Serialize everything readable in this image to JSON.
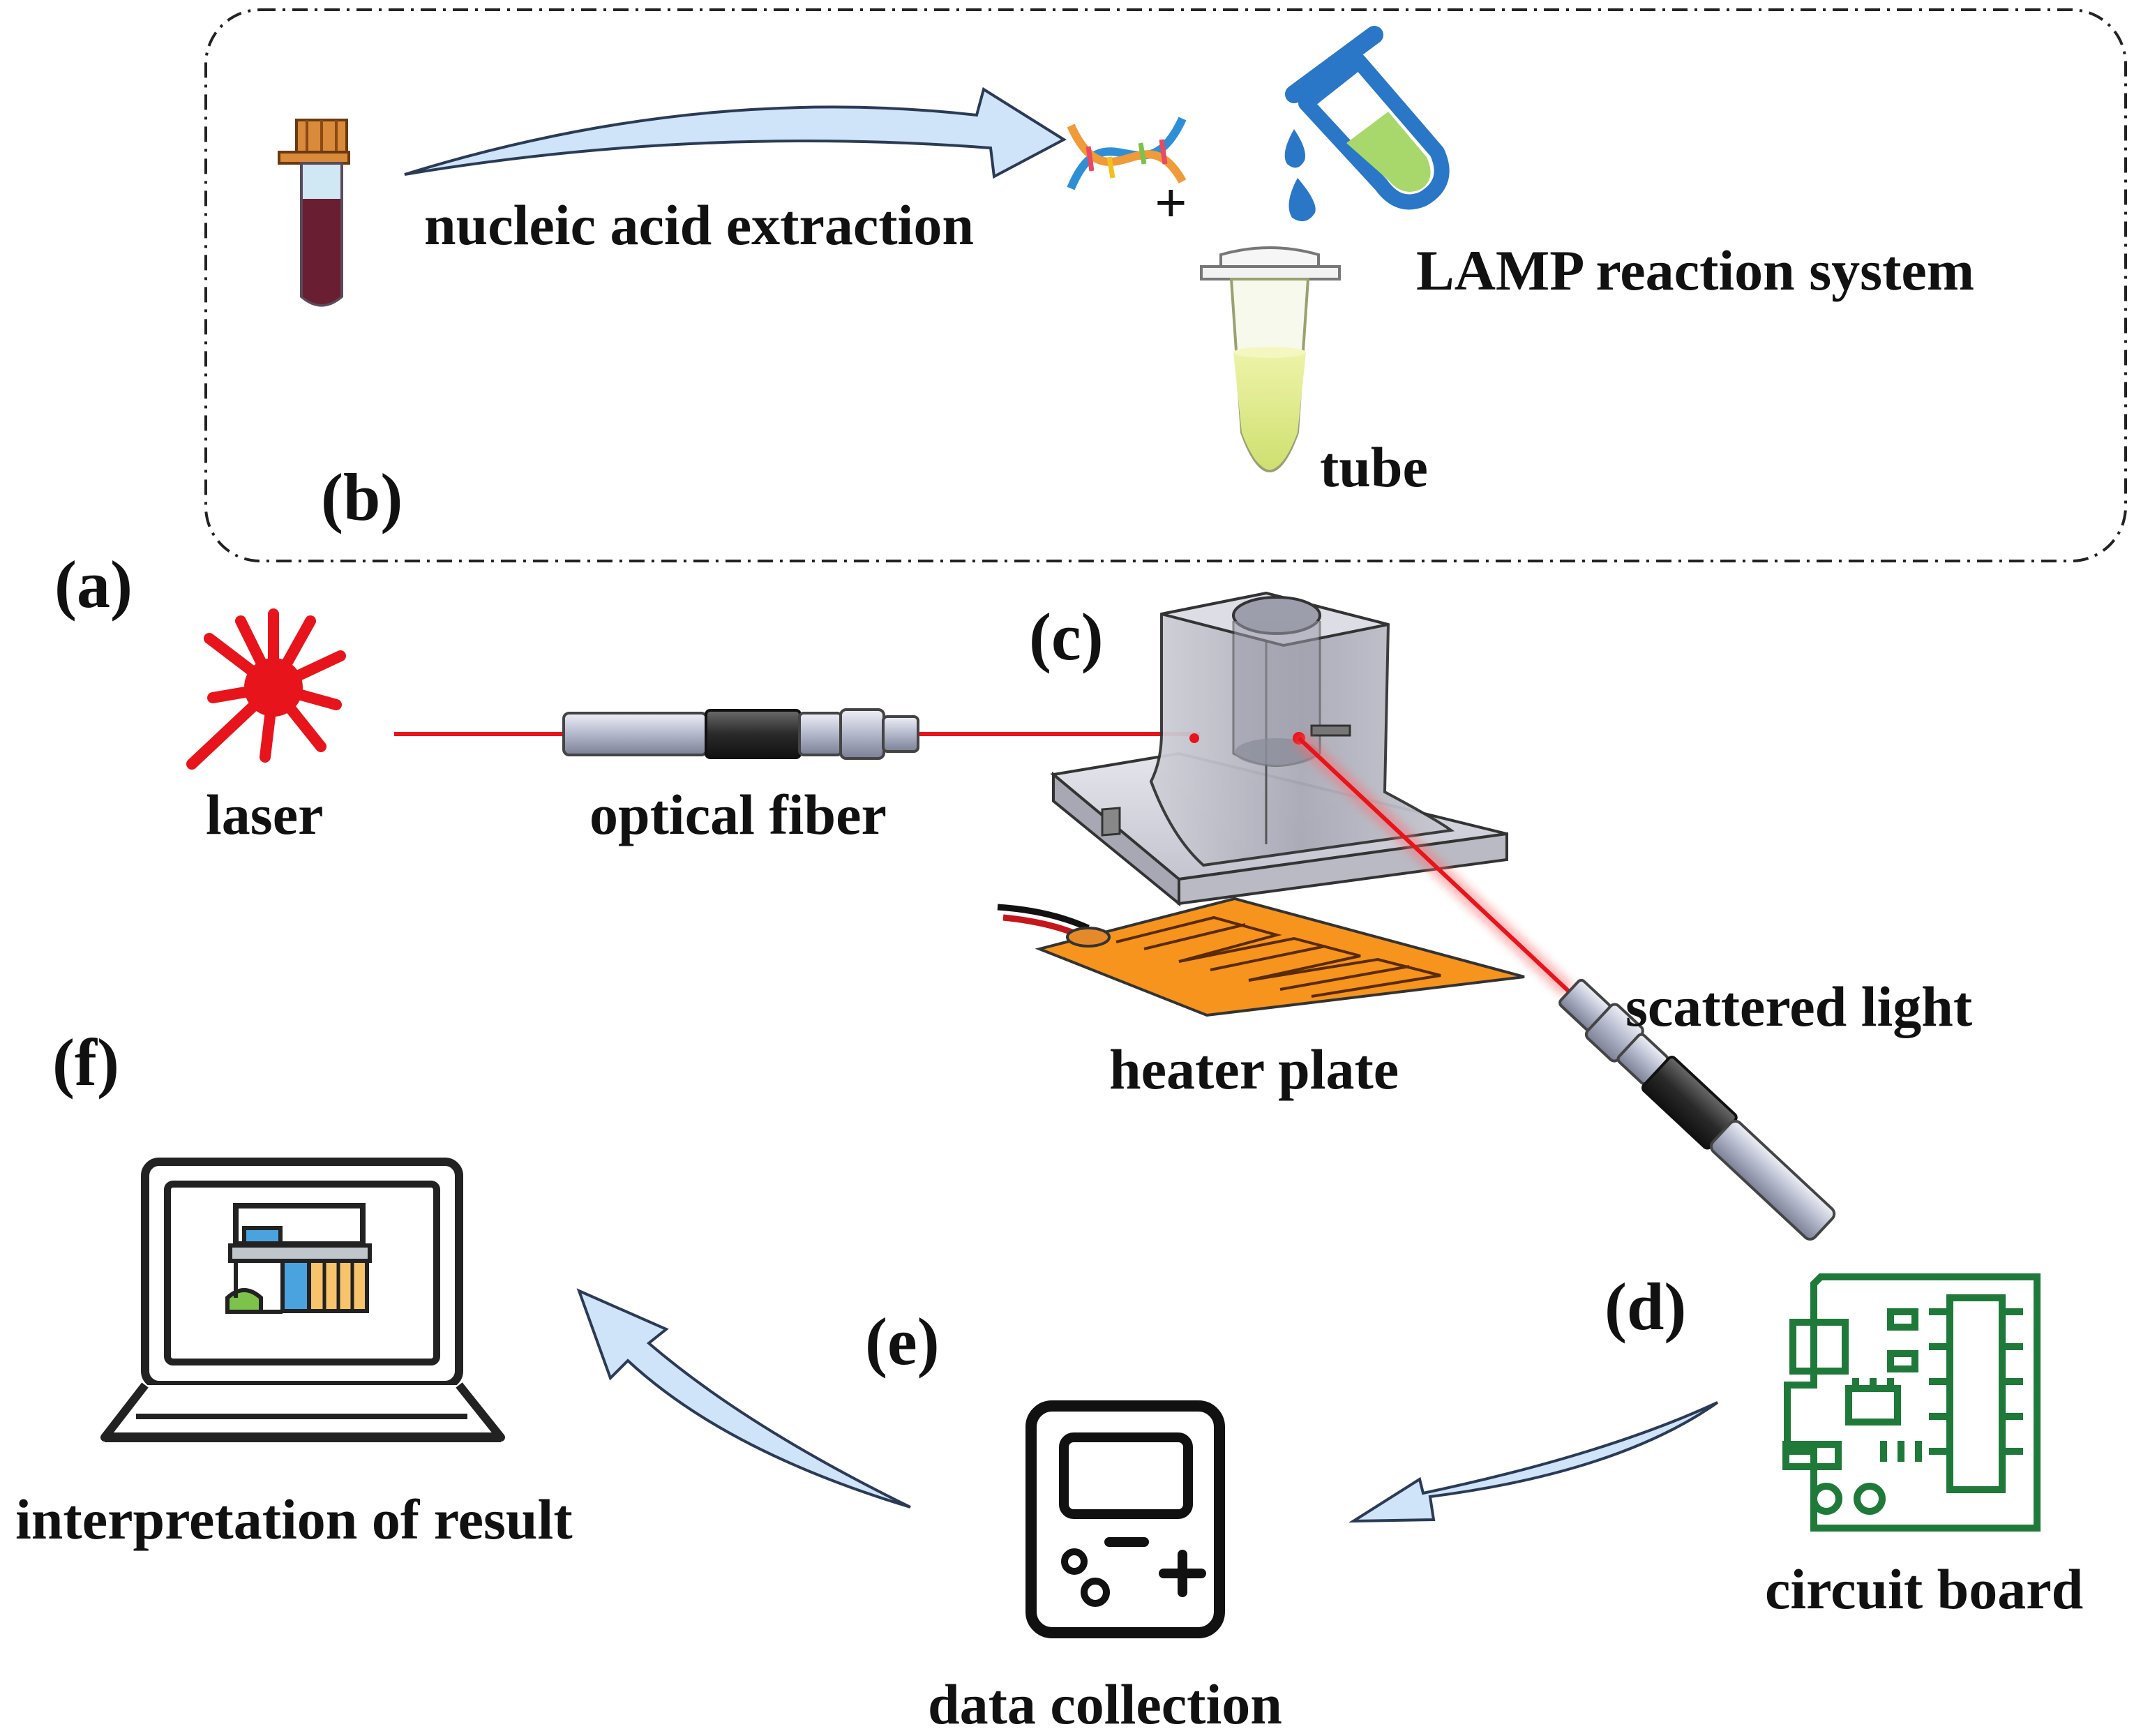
{
  "panels": {
    "a": "(a)",
    "b": "(b)",
    "c": "(c)",
    "d": "(d)",
    "e": "(e)",
    "f": "(f)"
  },
  "labels": {
    "nucleic_acid_extraction": "nucleic acid extraction",
    "lamp_reaction_system": "LAMP reaction system",
    "tube": "tube",
    "plus": "+",
    "laser": "laser",
    "optical_fiber": "optical fiber",
    "heater_plate": "heater plate",
    "scattered_light": "scattered light",
    "circuit_board": "circuit board",
    "data_collection": "data collection",
    "interpretation_of_result": "interpretation of result"
  },
  "colors": {
    "laser_red": "#e8141c",
    "arrow_fill": "#cfe4f8",
    "arrow_stroke": "#2b3a55",
    "heater_orange": "#f7941d",
    "board_green": "#1f7a3a",
    "liquid_green": "#dfe98a",
    "reagent_green": "#a8d86b",
    "drop_blue": "#2a77c7"
  },
  "icons": {
    "sample": "sample-tube-icon",
    "dna": "dna-icon",
    "reagent": "reagent-test-tube-icon",
    "pcr_tube": "pcr-tube-icon",
    "laser": "laser-burst-icon",
    "fiber": "optical-fiber-icon",
    "chamber": "reaction-chamber-icon",
    "heater": "heater-plate-icon",
    "detector": "detector-fiber-icon",
    "board": "circuit-board-icon",
    "collector": "data-collector-icon",
    "laptop": "laptop-icon"
  }
}
